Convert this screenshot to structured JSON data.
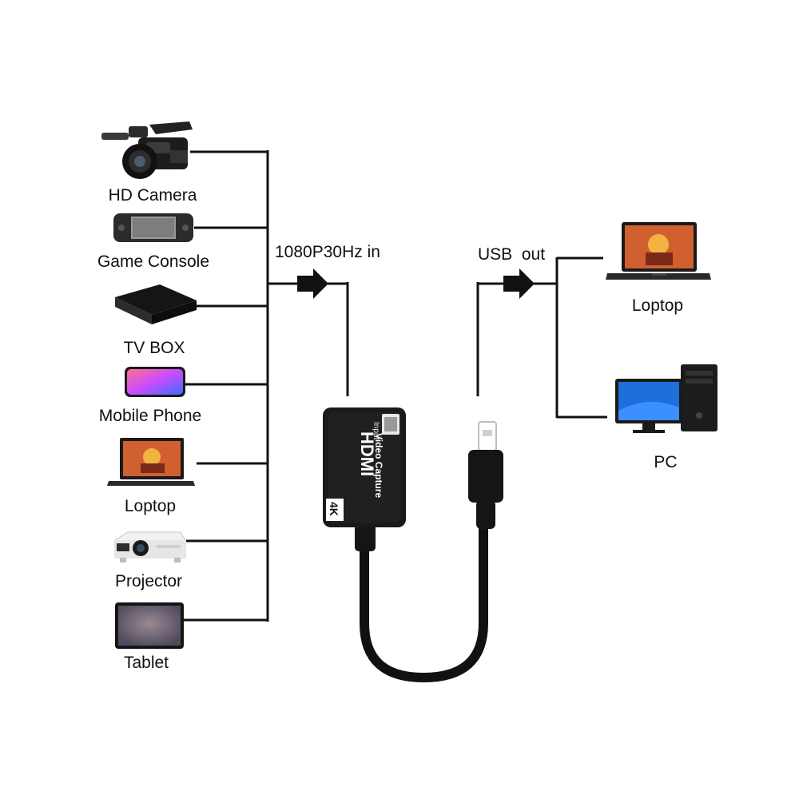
{
  "inputs": [
    {
      "label": "HD Camera",
      "icon": "video-camera-icon"
    },
    {
      "label": "Game Console",
      "icon": "handheld-console-icon"
    },
    {
      "label": "TV BOX",
      "icon": "tv-box-icon"
    },
    {
      "label": "Mobile Phone",
      "icon": "mobile-phone-icon"
    },
    {
      "label": "Loptop",
      "icon": "laptop-icon"
    },
    {
      "label": "Projector",
      "icon": "projector-icon"
    },
    {
      "label": "Tablet",
      "icon": "tablet-icon"
    }
  ],
  "outputs": [
    {
      "label": "Loptop",
      "icon": "laptop-icon"
    },
    {
      "label": "PC",
      "icon": "desktop-pc-icon"
    }
  ],
  "flow": {
    "input_label": "1080P30Hz in",
    "output_label": "USB  out"
  },
  "device": {
    "port_label": "Input",
    "brand": "HDMI",
    "name": "Video Capture",
    "badge": "4K"
  },
  "colors": {
    "wire": "#111111",
    "device_body": "#1a1a1a",
    "screen_warm": "#e0502a",
    "screen_blue": "#1e6fd9"
  }
}
